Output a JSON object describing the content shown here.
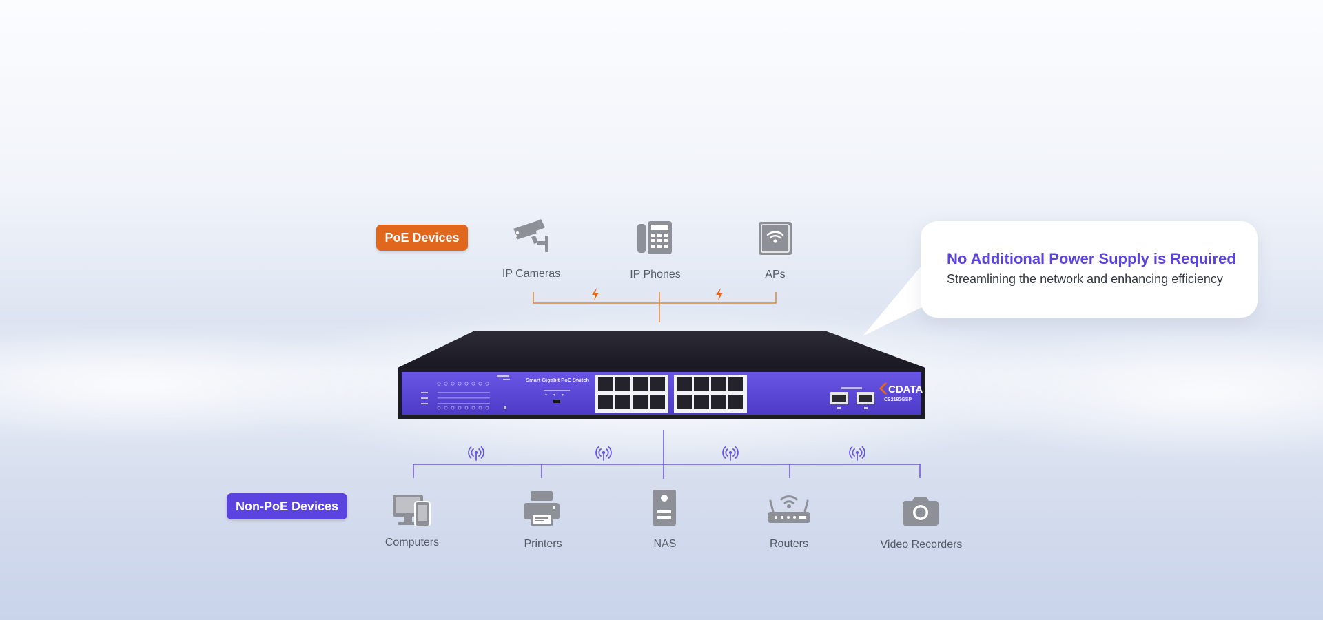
{
  "tags": {
    "poe": "PoE Devices",
    "non_poe": "Non-PoE Devices"
  },
  "poe_devices": [
    {
      "label": "IP Cameras",
      "icon": "cctv-camera-icon"
    },
    {
      "label": "IP Phones",
      "icon": "desk-phone-icon"
    },
    {
      "label": "APs",
      "icon": "access-point-icon"
    }
  ],
  "non_poe_devices": [
    {
      "label": "Computers",
      "icon": "computer-icon"
    },
    {
      "label": "Printers",
      "icon": "printer-icon"
    },
    {
      "label": "NAS",
      "icon": "nas-icon"
    },
    {
      "label": "Routers",
      "icon": "router-icon"
    },
    {
      "label": "Video Recorders",
      "icon": "camera-icon"
    }
  ],
  "callout": {
    "title": "No Additional Power Supply is Required",
    "subtitle": "Streamlining the network and enhancing efficiency"
  },
  "switch": {
    "name": "Smart Gigabit PoE Switch",
    "brand": "CDATA",
    "model": "CS2182GSP"
  },
  "colors": {
    "poe_accent": "#e1671c",
    "non_poe_accent": "#5b43e0",
    "switch_panel": "#5b47d6",
    "switch_chassis": "#24222e",
    "icon_gray": "#8e9097"
  }
}
